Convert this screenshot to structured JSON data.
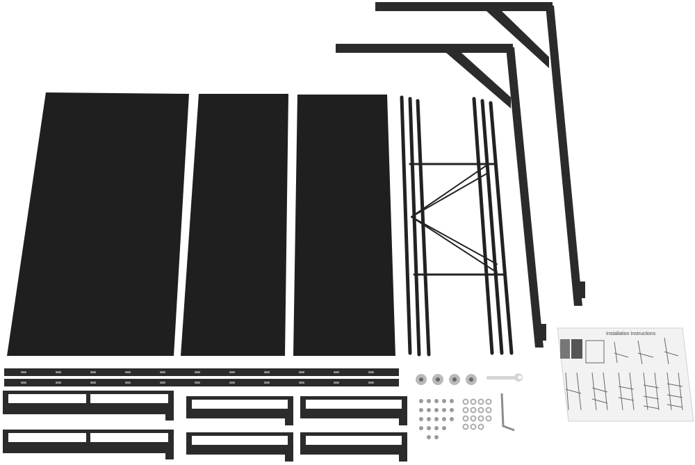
{
  "image": {
    "kind": "product-photo",
    "subject": "unassembled black metal shelving kit laid out on white background",
    "background_color": "#ffffff",
    "part_color": "#2b2b2b"
  },
  "instruction_sheet": {
    "title": "Installation Instructions"
  },
  "parts": {
    "shelf_panels": 3,
    "wall_brackets_large": 2,
    "side_rods": 6,
    "slotted_wall_rails": 2,
    "long_shelf_brackets": 2,
    "short_shelf_brackets": 4,
    "leveling_feet": 4,
    "wrench": 1,
    "hex_key": 1
  }
}
